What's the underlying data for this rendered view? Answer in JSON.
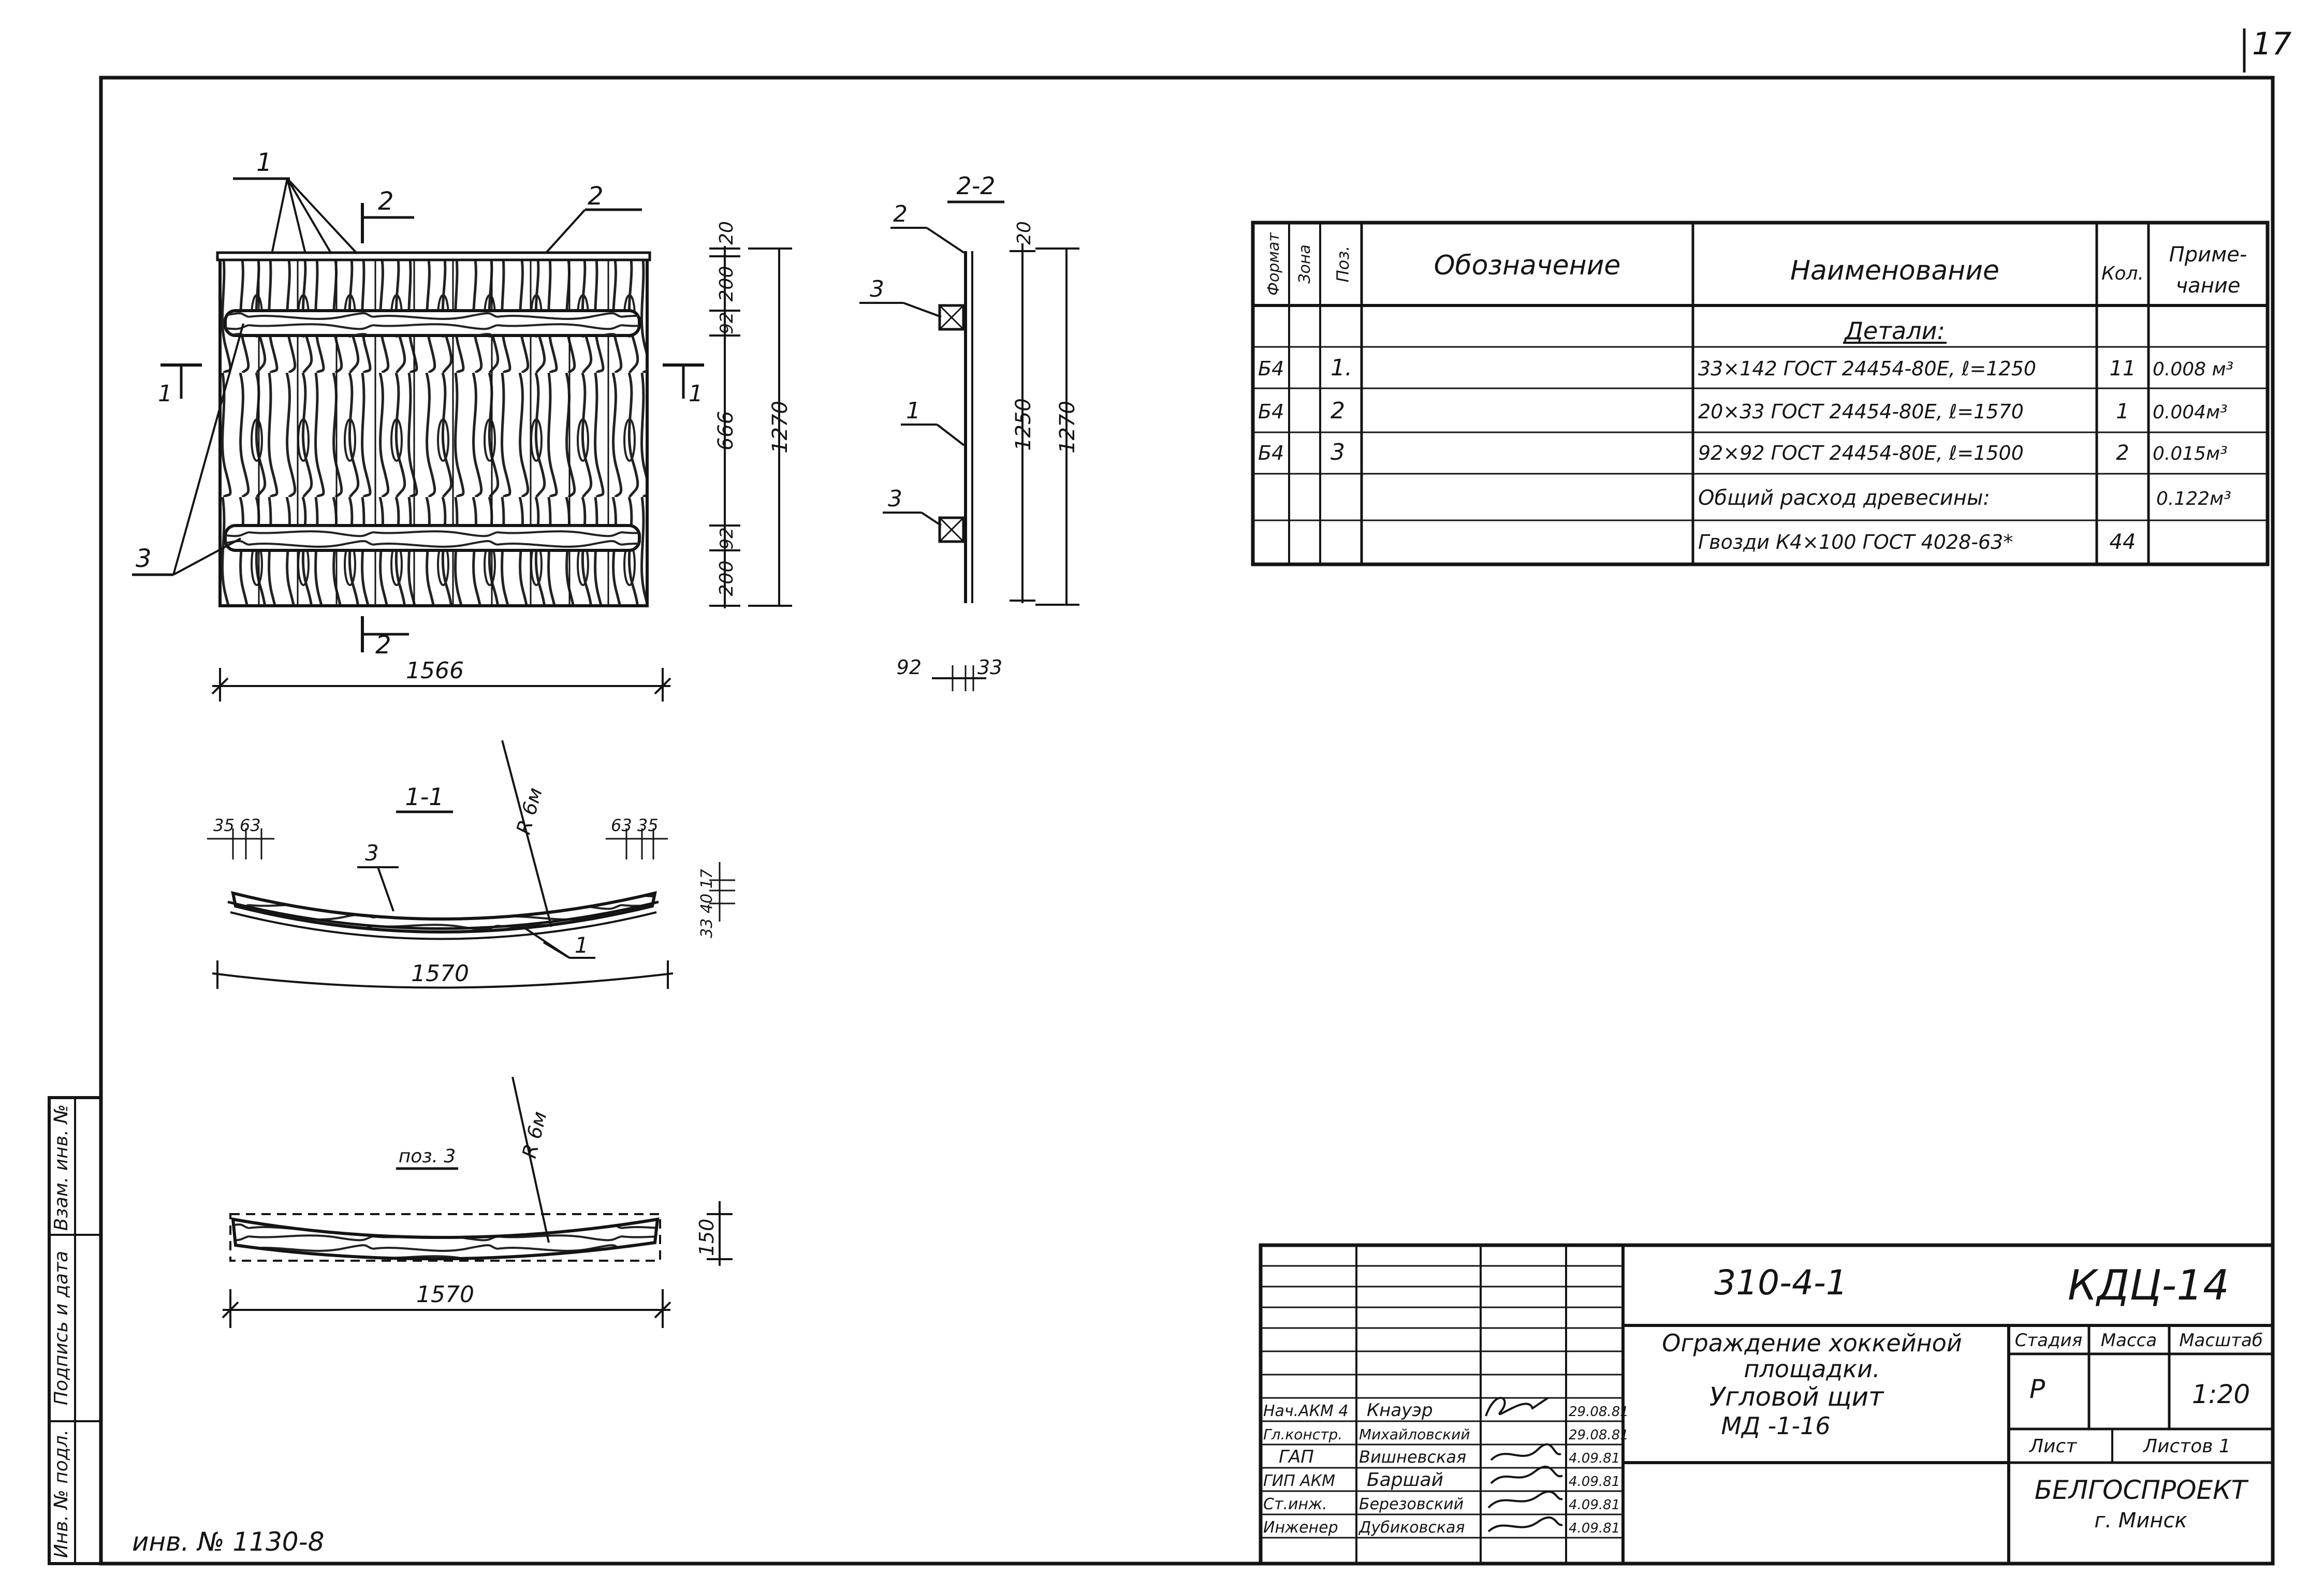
{
  "page_number": "17",
  "drawing": {
    "plan_view": {
      "callout_1": "1",
      "callout_2": "2",
      "callout_3": "3",
      "section_mark_2_top": "2",
      "section_mark_2_bottom": "2",
      "section_mark_1_left": "1",
      "section_mark_1_right": "1",
      "width_dim": "1566",
      "vdims_short": [
        "20",
        "200",
        "92",
        "666",
        "92",
        "200"
      ],
      "vdim_total": "1270"
    },
    "section_2_2": {
      "title": "2-2",
      "callout_2": "2",
      "callout_3a": "3",
      "callout_1": "1",
      "callout_3b": "3",
      "dim_20": "20",
      "dim_1250": "1250",
      "dim_1270": "1270",
      "dim_92": "92",
      "dim_33": "33"
    },
    "section_1_1": {
      "title": "1-1",
      "callout_3": "3",
      "callout_1": "1",
      "radius": "R 6м",
      "dims_left": "35  63",
      "dims_right": "63  35",
      "dims_side": "33  40  17",
      "chord": "1570"
    },
    "pos_3": {
      "title": "поз. 3",
      "radius": "R 6м",
      "height": "150",
      "length": "1570"
    }
  },
  "spec_table": {
    "headers": [
      "Формат",
      "Зона",
      "Поз.",
      "Обозначение",
      "Наименование",
      "Кол.",
      "Приме-\nчание"
    ],
    "section_title": "Детали:",
    "rows": [
      {
        "format": "Б4",
        "zone": "",
        "pos": "1.",
        "designation": "",
        "name": "33×142 ГОСТ 24454-80Е, ℓ=1250",
        "qty": "11",
        "note": "0.008 м³"
      },
      {
        "format": "Б4",
        "zone": "",
        "pos": "2",
        "designation": "",
        "name": "20×33 ГОСТ 24454-80Е, ℓ=1570",
        "qty": "1",
        "note": "0.004м³"
      },
      {
        "format": "Б4",
        "zone": "",
        "pos": "3",
        "designation": "",
        "name": "92×92 ГОСТ 24454-80Е, ℓ=1500",
        "qty": "2",
        "note": "0.015м³"
      },
      {
        "format": "",
        "zone": "",
        "pos": "",
        "designation": "",
        "name": "Общий расход древесины:",
        "qty": "",
        "note": "0.122м³"
      },
      {
        "format": "",
        "zone": "",
        "pos": "",
        "designation": "",
        "name": "Гвозди К4×100 ГОСТ 4028-63*",
        "qty": "44",
        "note": ""
      }
    ]
  },
  "title_block": {
    "project_code": "310-4-1",
    "drawing_code": "КДЦ-14",
    "title": [
      "Ограждение хоккейной",
      "площадки.",
      "Угловой щит",
      "МД -1-16"
    ],
    "stage_label": "Стадия",
    "mass_label": "Масса",
    "scale_label": "Масштаб",
    "stage": "Р",
    "scale": "1:20",
    "sheet_label": "Лист",
    "sheets_label": "Листов 1",
    "org": "БЕЛГОСПРОЕКТ",
    "city": "г. Минск",
    "signatures": [
      {
        "role": "Нач.АКМ 4",
        "name": "Кнауэр",
        "date": "29.08.81"
      },
      {
        "role": "Гл.констр.",
        "name": "Михайловский",
        "date": "29.08.81"
      },
      {
        "role": "ГАП",
        "name": "Вишневская",
        "date": "4.09.81"
      },
      {
        "role": "ГИП АКМ",
        "name": "Баршай",
        "date": "4.09.81"
      },
      {
        "role": "Ст.инж.",
        "name": "Березовский",
        "date": "4.09.81"
      },
      {
        "role": "Инженер",
        "name": "Дубиковская",
        "date": "4.09.81"
      }
    ]
  },
  "side_stamp": [
    "Инв. № подл.",
    "Подпись и дата",
    "Взам. инв. №"
  ],
  "inventory": "инв. № 1130-8"
}
